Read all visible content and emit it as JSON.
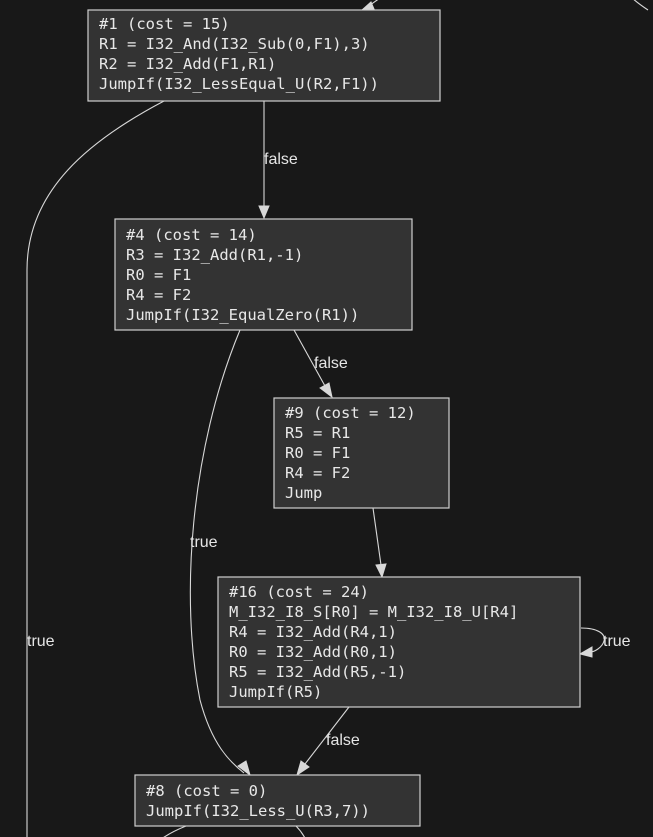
{
  "graph": {
    "nodes": [
      {
        "id": "n1",
        "lines": [
          "#1 (cost = 15)",
          "R1 = I32_And(I32_Sub(0,F1),3)",
          "R2 = I32_Add(F1,R1)",
          "JumpIf(I32_LessEqual_U(R2,F1))"
        ]
      },
      {
        "id": "n4",
        "lines": [
          "#4 (cost = 14)",
          "R3 = I32_Add(R1,-1)",
          "R0 = F1",
          "R4 = F2",
          "JumpIf(I32_EqualZero(R1))"
        ]
      },
      {
        "id": "n9",
        "lines": [
          "#9 (cost = 12)",
          "R5 = R1",
          "R0 = F1",
          "R4 = F2",
          "Jump"
        ]
      },
      {
        "id": "n16",
        "lines": [
          "#16 (cost = 24)",
          "M_I32_I8_S[R0] = M_I32_I8_U[R4]",
          "R4 = I32_Add(R4,1)",
          "R0 = I32_Add(R0,1)",
          "R5 = I32_Add(R5,-1)",
          "JumpIf(R5)"
        ]
      },
      {
        "id": "n8",
        "lines": [
          "#8 (cost = 0)",
          "JumpIf(I32_Less_U(R3,7))"
        ]
      }
    ],
    "edges": [
      {
        "id": "e1-4",
        "from": "n1",
        "to": "n4",
        "label": "false"
      },
      {
        "id": "e1-down",
        "from": "n1",
        "to": "",
        "label": "true"
      },
      {
        "id": "e4-9",
        "from": "n4",
        "to": "n9",
        "label": "false"
      },
      {
        "id": "e4-8",
        "from": "n4",
        "to": "n8",
        "label": "true"
      },
      {
        "id": "e9-16",
        "from": "n9",
        "to": "n16",
        "label": ""
      },
      {
        "id": "e16-16",
        "from": "n16",
        "to": "n16",
        "label": "true"
      },
      {
        "id": "e16-8",
        "from": "n16",
        "to": "n8",
        "label": "false"
      }
    ]
  }
}
